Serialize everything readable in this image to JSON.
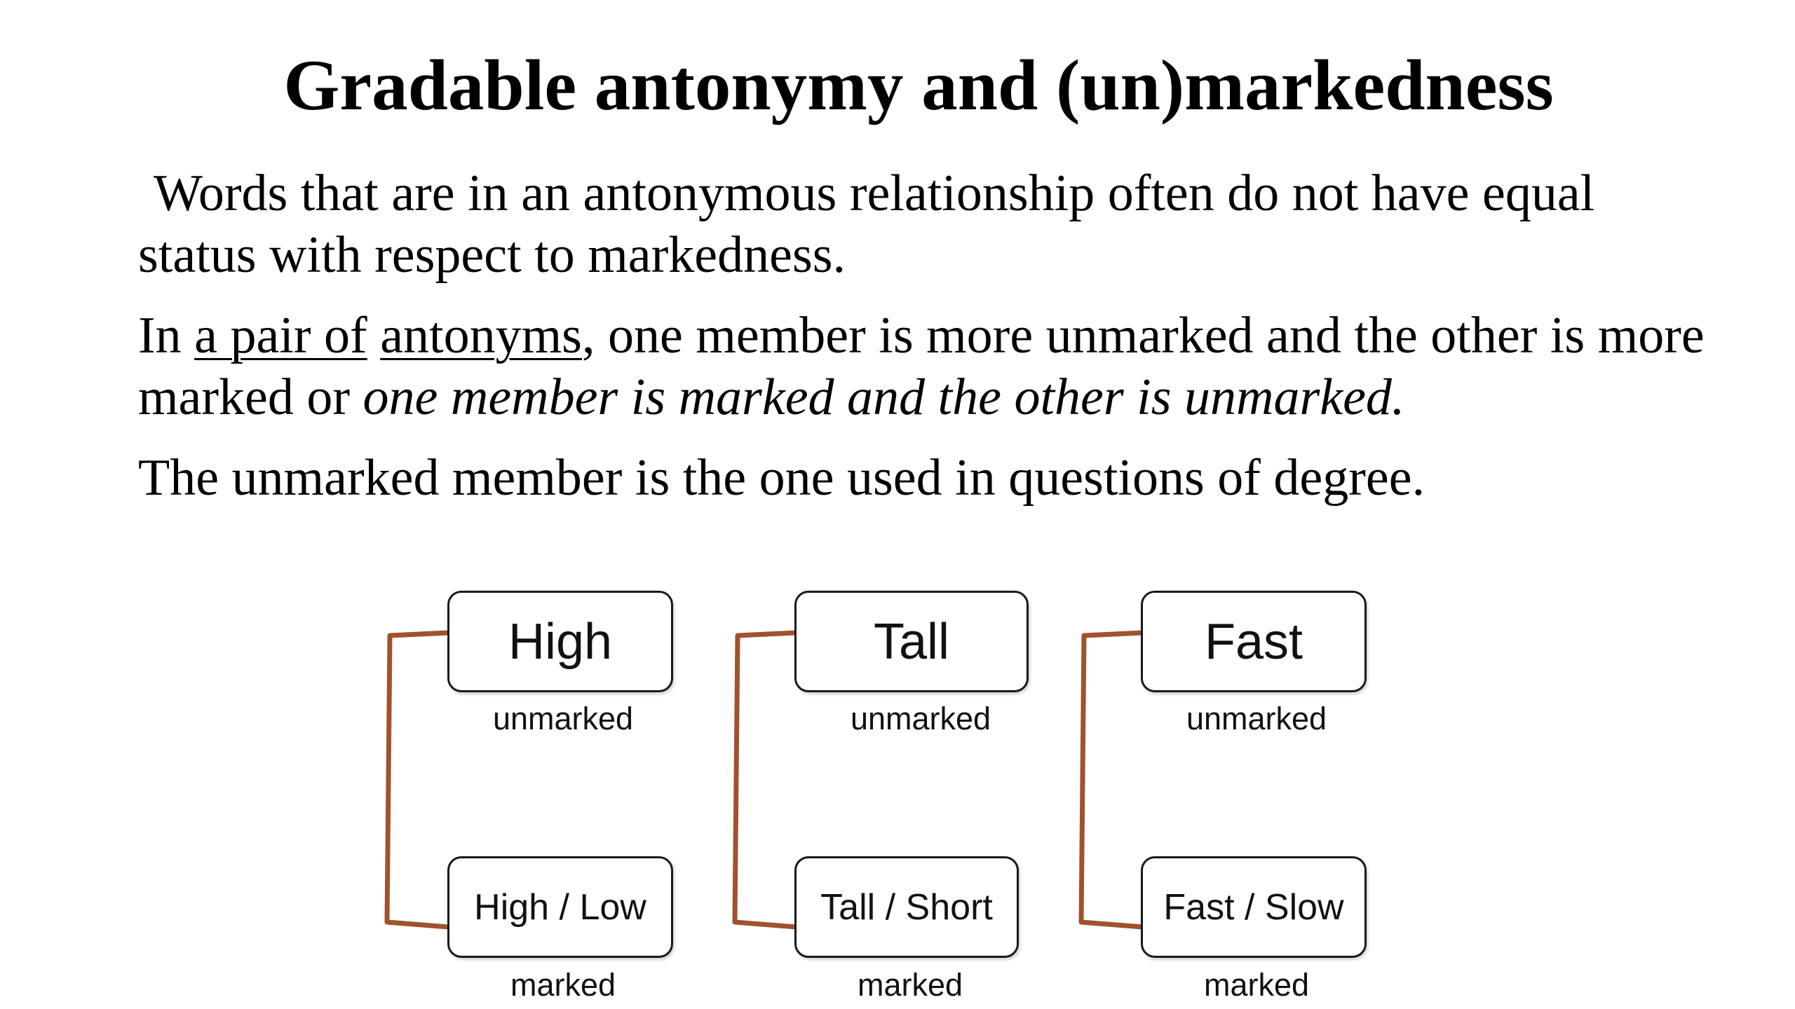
{
  "slide": {
    "title": "Gradable antonymy and (un)markedness",
    "paragraph1": "Words that are in an antonymous relationship often do not have equal status with respect to markedness.",
    "paragraph2": {
      "lead": "In ",
      "underline_a": "a pair of",
      "space": " ",
      "underline_b": "antonyms",
      "rest": ", one member is more unmarked and the other is more marked or ",
      "italic": "one member is marked and the other is unmarked."
    },
    "paragraph3": "The unmarked member is the one used in questions of degree."
  },
  "diagram": {
    "connector_color": "#a0522d",
    "groups": [
      {
        "top_word": "High",
        "top_label": "unmarked",
        "bottom_word": "High / Low",
        "bottom_label": "marked"
      },
      {
        "top_word": "Tall",
        "top_label": "unmarked",
        "bottom_word": "Tall / Short",
        "bottom_label": "marked"
      },
      {
        "top_word": "Fast",
        "top_label": "unmarked",
        "bottom_word": "Fast / Slow",
        "bottom_label": "marked"
      }
    ]
  }
}
